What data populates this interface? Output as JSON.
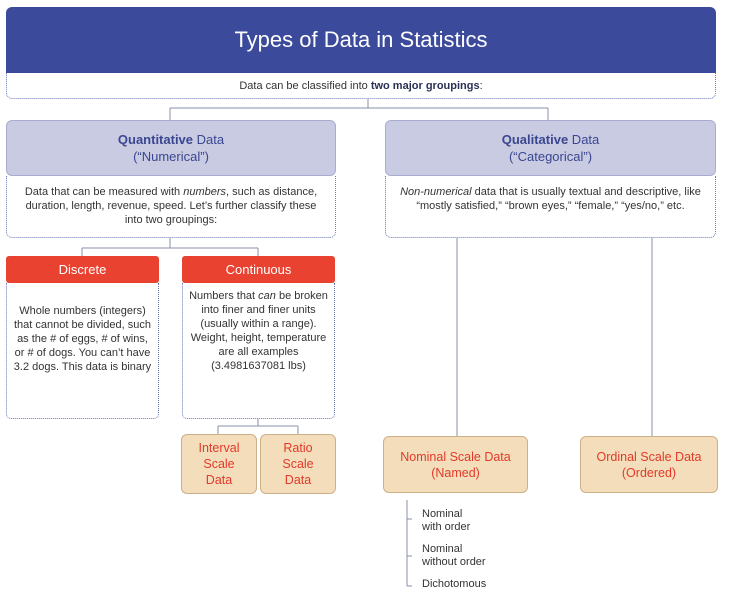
{
  "title": "Types of Data in Statistics",
  "subtitle": {
    "before": "Data can be classified into ",
    "bold": "two major groupings",
    "after": ":"
  },
  "quantitative": {
    "bold": "Quantitative",
    "rest": " Data",
    "subtitle": "(“Numerical”)",
    "desc": {
      "before": "Data that can be measured with ",
      "italic": "numbers",
      "after": ", such as distance, duration, length, revenue, speed.  Let’s further classify these into two groupings:"
    }
  },
  "qualitative": {
    "bold": "Qualitative",
    "rest": " Data",
    "subtitle": "(“Categorical”)",
    "desc": {
      "italic": "Non-numerical",
      "after": " data that is usually textual and descriptive, like “mostly satisfied,” “brown eyes,” “female,” “yes/no,” etc."
    }
  },
  "discrete": {
    "label": "Discrete",
    "desc": "Whole numbers (integers) that cannot be divided, such as the # of eggs, # of wins, or # of dogs.  You can’t have 3.2 dogs.  This data is binary"
  },
  "continuous": {
    "label": "Continuous",
    "desc_before": "Numbers that ",
    "desc_italic": "can",
    "desc_after": " be broken into finer and finer units (usually within a range). Weight, height, temperature are all examples (3.4981637081 lbs)"
  },
  "interval": {
    "line1": "Interval",
    "line2": "Scale",
    "line3": "Data"
  },
  "ratio": {
    "line1": "Ratio",
    "line2": "Scale",
    "line3": "Data"
  },
  "nominal": {
    "line1": "Nominal Scale Data",
    "line2": "(Named)"
  },
  "ordinal": {
    "line1": "Ordinal Scale Data",
    "line2": "(Ordered)"
  },
  "nominal_types": [
    {
      "line1": "Nominal",
      "line2": "with order"
    },
    {
      "line1": "Nominal",
      "line2": "without order"
    },
    {
      "line1": "Dichotomous",
      "line2": ""
    }
  ]
}
